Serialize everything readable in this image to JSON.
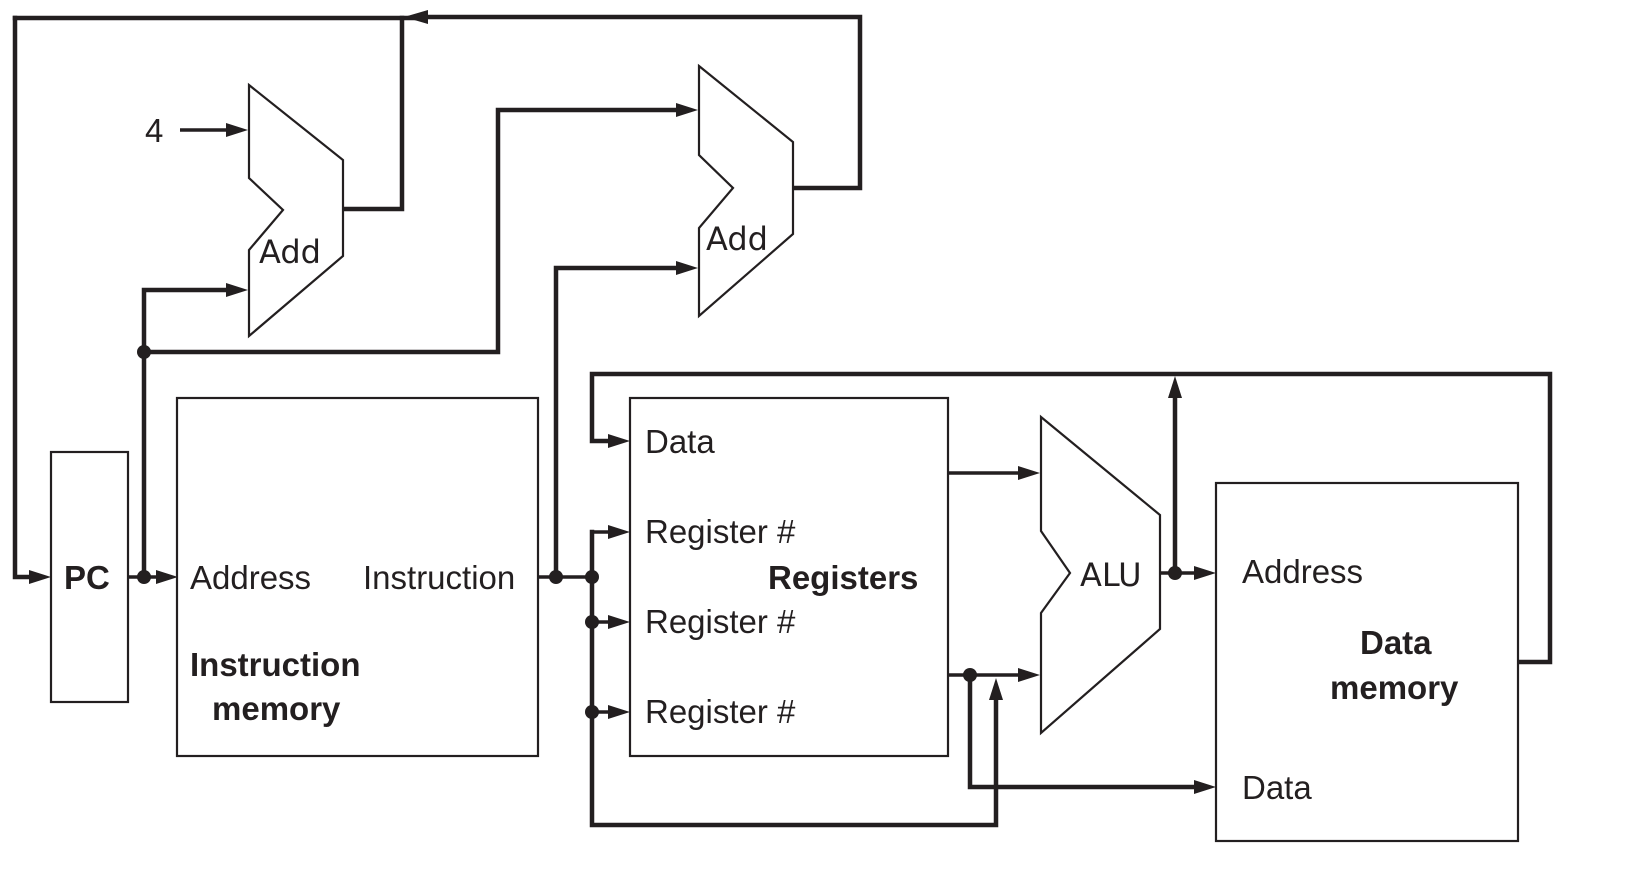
{
  "diagram": {
    "type": "datapath",
    "colors": {
      "ink": "#231f20",
      "background": "#ffffff"
    },
    "constant_four": "4",
    "adder_pc": {
      "label": "Add"
    },
    "adder_branch": {
      "label": "Add"
    },
    "pc": {
      "label": "PC"
    },
    "instruction_memory": {
      "address_label": "Address",
      "instruction_label": "Instruction",
      "title_line1": "Instruction",
      "title_line2": "memory"
    },
    "registers": {
      "data_label": "Data",
      "regnum1_label": "Register #",
      "regnum2_label": "Register #",
      "regnum3_label": "Register #",
      "title": "Registers"
    },
    "alu": {
      "label": "ALU"
    },
    "data_memory": {
      "address_label": "Address",
      "data_label": "Data",
      "title_line1": "Data",
      "title_line2": "memory"
    }
  }
}
